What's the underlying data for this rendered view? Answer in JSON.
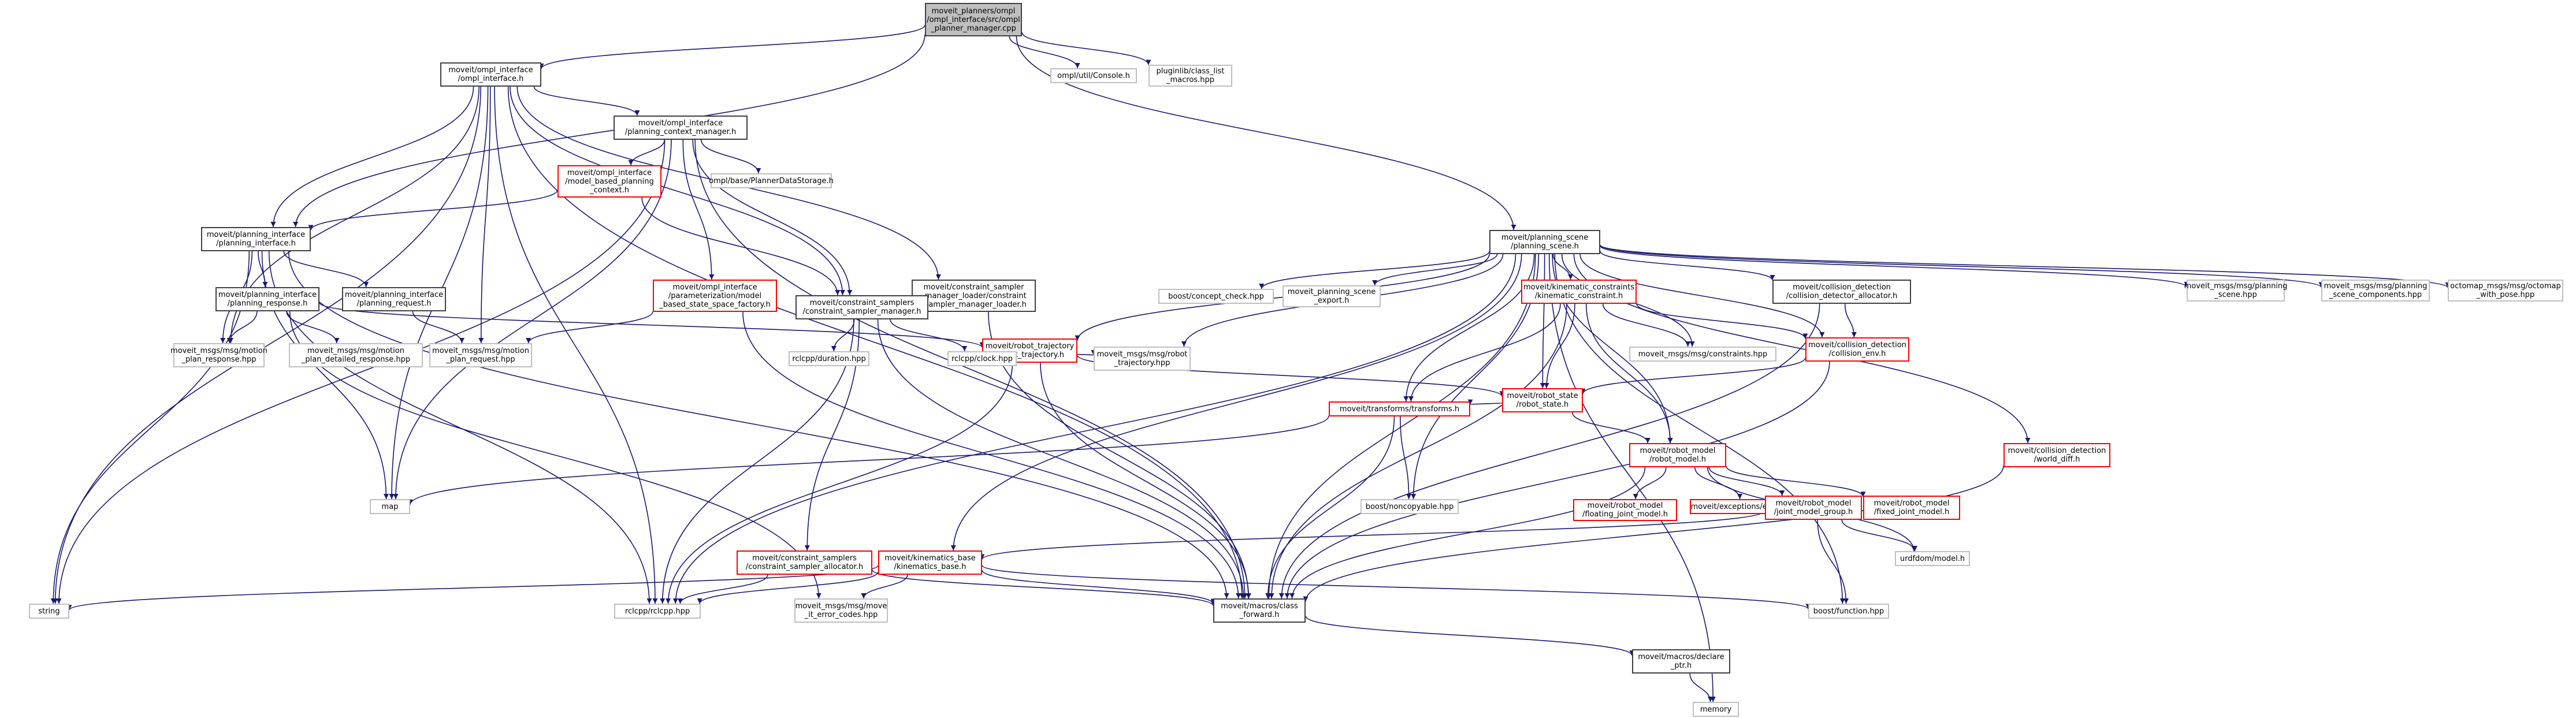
{
  "diagram": {
    "type": "include-dependency-graph",
    "colors": {
      "edge": "#191970",
      "main_border": "#404040",
      "missing_border": "#bfbfbf",
      "warning_border": "#ff0000",
      "root_fill": "#bfbfbf"
    },
    "nodes": [
      {
        "id": "root",
        "kind": "root",
        "lines": [
          "moveit_planners/ompl",
          "/ompl_interface/src/ompl",
          "_planner_manager.cpp"
        ]
      },
      {
        "id": "ompl_interface",
        "kind": "main",
        "lines": [
          "moveit/ompl_interface",
          "/ompl_interface.h"
        ]
      },
      {
        "id": "console",
        "kind": "missing",
        "lines": [
          "ompl/util/Console.h"
        ]
      },
      {
        "id": "pluginlib",
        "kind": "missing",
        "lines": [
          "pluginlib/class_list",
          "_macros.hpp"
        ]
      },
      {
        "id": "pcm",
        "kind": "main",
        "lines": [
          "moveit/ompl_interface",
          "/planning_context_manager.h"
        ]
      },
      {
        "id": "mbpc",
        "kind": "red",
        "lines": [
          "moveit/ompl_interface",
          "/model_based_planning",
          "_context.h"
        ]
      },
      {
        "id": "pds",
        "kind": "missing",
        "lines": [
          "ompl/base/PlannerDataStorage.h"
        ]
      },
      {
        "id": "pi",
        "kind": "main",
        "lines": [
          "moveit/planning_interface",
          "/planning_interface.h"
        ]
      },
      {
        "id": "ps",
        "kind": "main",
        "lines": [
          "moveit/planning_scene",
          "/planning_scene.h"
        ]
      },
      {
        "id": "pr",
        "kind": "main",
        "lines": [
          "moveit/planning_interface",
          "/planning_response.h"
        ]
      },
      {
        "id": "preq",
        "kind": "main",
        "lines": [
          "moveit/planning_interface",
          "/planning_request.h"
        ]
      },
      {
        "id": "pssf",
        "kind": "red",
        "lines": [
          "moveit/ompl_interface",
          "/parameterization/model",
          "_based_state_space_factory.h"
        ]
      },
      {
        "id": "csml",
        "kind": "main",
        "lines": [
          "moveit/constraint_sampler",
          "_manager_loader/constraint",
          "_sampler_manager_loader.h"
        ]
      },
      {
        "id": "csm",
        "kind": "main",
        "lines": [
          "moveit/constraint_samplers",
          "/constraint_sampler_manager.h"
        ]
      },
      {
        "id": "mpresp",
        "kind": "missing",
        "lines": [
          "moveit_msgs/msg/motion",
          "_plan_response.hpp"
        ]
      },
      {
        "id": "mpdet",
        "kind": "missing",
        "lines": [
          "moveit_msgs/msg/motion",
          "_plan_detailed_response.hpp"
        ]
      },
      {
        "id": "mpreq",
        "kind": "missing",
        "lines": [
          "moveit_msgs/msg/motion",
          "_plan_request.hpp"
        ]
      },
      {
        "id": "rt",
        "kind": "red",
        "lines": [
          "moveit/robot_trajectory",
          "/robot_trajectory.h"
        ]
      },
      {
        "id": "rclduration",
        "kind": "missing",
        "lines": [
          "rclcpp/duration.hpp"
        ]
      },
      {
        "id": "rclclock",
        "kind": "missing",
        "lines": [
          "rclcpp/clock.hpp"
        ]
      },
      {
        "id": "robottraj",
        "kind": "missing",
        "lines": [
          "moveit_msgs/msg/robot",
          "_trajectory.hpp"
        ]
      },
      {
        "id": "concept",
        "kind": "missing",
        "lines": [
          "boost/concept_check.hpp"
        ]
      },
      {
        "id": "psexport",
        "kind": "missing",
        "lines": [
          "moveit_planning_scene",
          "_export.h"
        ]
      },
      {
        "id": "kc",
        "kind": "red",
        "lines": [
          "moveit/kinematic_constraints",
          "/kinematic_constraint.h"
        ]
      },
      {
        "id": "constraintsmsg",
        "kind": "missing",
        "lines": [
          "moveit_msgs/msg/constraints.hpp"
        ]
      },
      {
        "id": "cda",
        "kind": "main",
        "lines": [
          "moveit/collision_detection",
          "/collision_detector_allocator.h"
        ]
      },
      {
        "id": "cenv",
        "kind": "red",
        "lines": [
          "moveit/collision_detection",
          "/collision_env.h"
        ]
      },
      {
        "id": "rs",
        "kind": "red",
        "lines": [
          "moveit/robot_state",
          "/robot_state.h"
        ]
      },
      {
        "id": "tf",
        "kind": "red",
        "lines": [
          "moveit/transforms/transforms.h"
        ]
      },
      {
        "id": "rm",
        "kind": "red",
        "lines": [
          "moveit/robot_model",
          "/robot_model.h"
        ]
      },
      {
        "id": "wd",
        "kind": "red",
        "lines": [
          "moveit/collision_detection",
          "/world_diff.h"
        ]
      },
      {
        "id": "psmsg",
        "kind": "missing",
        "lines": [
          "moveit_msgs/msg/planning",
          "_scene.hpp"
        ]
      },
      {
        "id": "pscmsg",
        "kind": "missing",
        "lines": [
          "moveit_msgs/msg/planning",
          "_scene_components.hpp"
        ]
      },
      {
        "id": "octomap",
        "kind": "missing",
        "lines": [
          "octomap_msgs/msg/octomap",
          "_with_pose.hpp"
        ]
      },
      {
        "id": "map",
        "kind": "missing",
        "lines": [
          "map"
        ]
      },
      {
        "id": "noncopyable",
        "kind": "missing",
        "lines": [
          "boost/noncopyable.hpp"
        ]
      },
      {
        "id": "fjm",
        "kind": "red",
        "lines": [
          "moveit/robot_model",
          "/floating_joint_model.h"
        ]
      },
      {
        "id": "exc",
        "kind": "red",
        "lines": [
          "moveit/exceptions/exceptions.h"
        ]
      },
      {
        "id": "jmg",
        "kind": "red",
        "lines": [
          "moveit/robot_model",
          "/joint_model_group.h"
        ]
      },
      {
        "id": "fxjm",
        "kind": "red",
        "lines": [
          "moveit/robot_model",
          "/fixed_joint_model.h"
        ]
      },
      {
        "id": "csa",
        "kind": "red",
        "lines": [
          "moveit/constraint_samplers",
          "/constraint_sampler_allocator.h"
        ]
      },
      {
        "id": "kb",
        "kind": "red",
        "lines": [
          "moveit/kinematics_base",
          "/kinematics_base.h"
        ]
      },
      {
        "id": "urdf",
        "kind": "missing",
        "lines": [
          "urdfdom/model.h"
        ]
      },
      {
        "id": "string",
        "kind": "missing",
        "lines": [
          "string"
        ]
      },
      {
        "id": "rclcpp",
        "kind": "missing",
        "lines": [
          "rclcpp/rclcpp.hpp"
        ]
      },
      {
        "id": "errcodes",
        "kind": "missing",
        "lines": [
          "moveit_msgs/msg/move",
          "_it_error_codes.hpp"
        ]
      },
      {
        "id": "cf",
        "kind": "main",
        "lines": [
          "moveit/macros/class",
          "_forward.h"
        ]
      },
      {
        "id": "bfunc",
        "kind": "missing",
        "lines": [
          "boost/function.hpp"
        ]
      },
      {
        "id": "declptr",
        "kind": "main",
        "lines": [
          "moveit/macros/declare",
          "_ptr.h"
        ]
      },
      {
        "id": "memory",
        "kind": "missing",
        "lines": [
          "memory"
        ]
      }
    ],
    "edges": [
      [
        "root",
        "ompl_interface"
      ],
      [
        "root",
        "console"
      ],
      [
        "root",
        "pluginlib"
      ],
      [
        "root",
        "ps"
      ],
      [
        "root",
        "pi"
      ],
      [
        "ompl_interface",
        "pcm"
      ],
      [
        "ompl_interface",
        "pi"
      ],
      [
        "ompl_interface",
        "csm"
      ],
      [
        "ompl_interface",
        "csml"
      ],
      [
        "ompl_interface",
        "string"
      ],
      [
        "ompl_interface",
        "map"
      ],
      [
        "ompl_interface",
        "mpresp"
      ],
      [
        "ompl_interface",
        "mpreq"
      ],
      [
        "ompl_interface",
        "rclcpp"
      ],
      [
        "ompl_interface",
        "cf"
      ],
      [
        "pcm",
        "mbpc"
      ],
      [
        "pcm",
        "pds"
      ],
      [
        "pcm",
        "pssf"
      ],
      [
        "pcm",
        "csm"
      ],
      [
        "pcm",
        "string"
      ],
      [
        "pcm",
        "map"
      ],
      [
        "pcm",
        "cf"
      ],
      [
        "mbpc",
        "pi"
      ],
      [
        "mbpc",
        "csm"
      ],
      [
        "pi",
        "pr"
      ],
      [
        "pi",
        "preq"
      ],
      [
        "pi",
        "string"
      ],
      [
        "pi",
        "map"
      ],
      [
        "pi",
        "cf"
      ],
      [
        "pi",
        "rclcpp"
      ],
      [
        "pi",
        "mpresp"
      ],
      [
        "pr",
        "rt"
      ],
      [
        "pr",
        "mpresp"
      ],
      [
        "pr",
        "mpdet"
      ],
      [
        "pr",
        "errcodes"
      ],
      [
        "preq",
        "mpreq"
      ],
      [
        "pssf",
        "cf"
      ],
      [
        "pssf",
        "mpreq"
      ],
      [
        "csml",
        "csm"
      ],
      [
        "csml",
        "cf"
      ],
      [
        "csm",
        "csa"
      ],
      [
        "csm",
        "rclduration"
      ],
      [
        "csm",
        "rclclock"
      ],
      [
        "csm",
        "rclcpp"
      ],
      [
        "csm",
        "cf"
      ],
      [
        "ps",
        "concept"
      ],
      [
        "ps",
        "psexport"
      ],
      [
        "ps",
        "kc"
      ],
      [
        "ps",
        "constraintsmsg"
      ],
      [
        "ps",
        "cda"
      ],
      [
        "ps",
        "cenv"
      ],
      [
        "ps",
        "rs"
      ],
      [
        "ps",
        "rt"
      ],
      [
        "ps",
        "tf"
      ],
      [
        "ps",
        "rm"
      ],
      [
        "ps",
        "wd"
      ],
      [
        "ps",
        "psmsg"
      ],
      [
        "ps",
        "pscmsg"
      ],
      [
        "ps",
        "octomap"
      ],
      [
        "ps",
        "noncopyable"
      ],
      [
        "ps",
        "memory"
      ],
      [
        "ps",
        "bfunc"
      ],
      [
        "ps",
        "rclcpp"
      ],
      [
        "ps",
        "cf"
      ],
      [
        "ps",
        "kb"
      ],
      [
        "ps",
        "robottraj"
      ],
      [
        "kc",
        "constraintsmsg"
      ],
      [
        "kc",
        "cenv"
      ],
      [
        "kc",
        "rs"
      ],
      [
        "kc",
        "rm"
      ],
      [
        "kc",
        "tf"
      ],
      [
        "kc",
        "cf"
      ],
      [
        "cda",
        "cenv"
      ],
      [
        "cda",
        "cf"
      ],
      [
        "cenv",
        "rs"
      ],
      [
        "cenv",
        "cf"
      ],
      [
        "rt",
        "rs"
      ],
      [
        "rt",
        "robottraj"
      ],
      [
        "rt",
        "rclclock"
      ],
      [
        "rt",
        "cf"
      ],
      [
        "rt",
        "rclcpp"
      ],
      [
        "rs",
        "tf"
      ],
      [
        "rs",
        "rm"
      ],
      [
        "tf",
        "map"
      ],
      [
        "tf",
        "noncopyable"
      ],
      [
        "tf",
        "cf"
      ],
      [
        "rm",
        "fjm"
      ],
      [
        "rm",
        "exc"
      ],
      [
        "rm",
        "jmg"
      ],
      [
        "rm",
        "fxjm"
      ],
      [
        "rm",
        "urdf"
      ],
      [
        "rm",
        "cf"
      ],
      [
        "jmg",
        "kb"
      ],
      [
        "jmg",
        "bfunc"
      ],
      [
        "jmg",
        "urdf"
      ],
      [
        "wd",
        "cf"
      ],
      [
        "csa",
        "rclcpp"
      ],
      [
        "csa",
        "cf"
      ],
      [
        "kb",
        "string"
      ],
      [
        "kb",
        "rclcpp"
      ],
      [
        "kb",
        "errcodes"
      ],
      [
        "kb",
        "bfunc"
      ],
      [
        "kb",
        "cf"
      ],
      [
        "cf",
        "declptr"
      ],
      [
        "declptr",
        "memory"
      ]
    ]
  }
}
